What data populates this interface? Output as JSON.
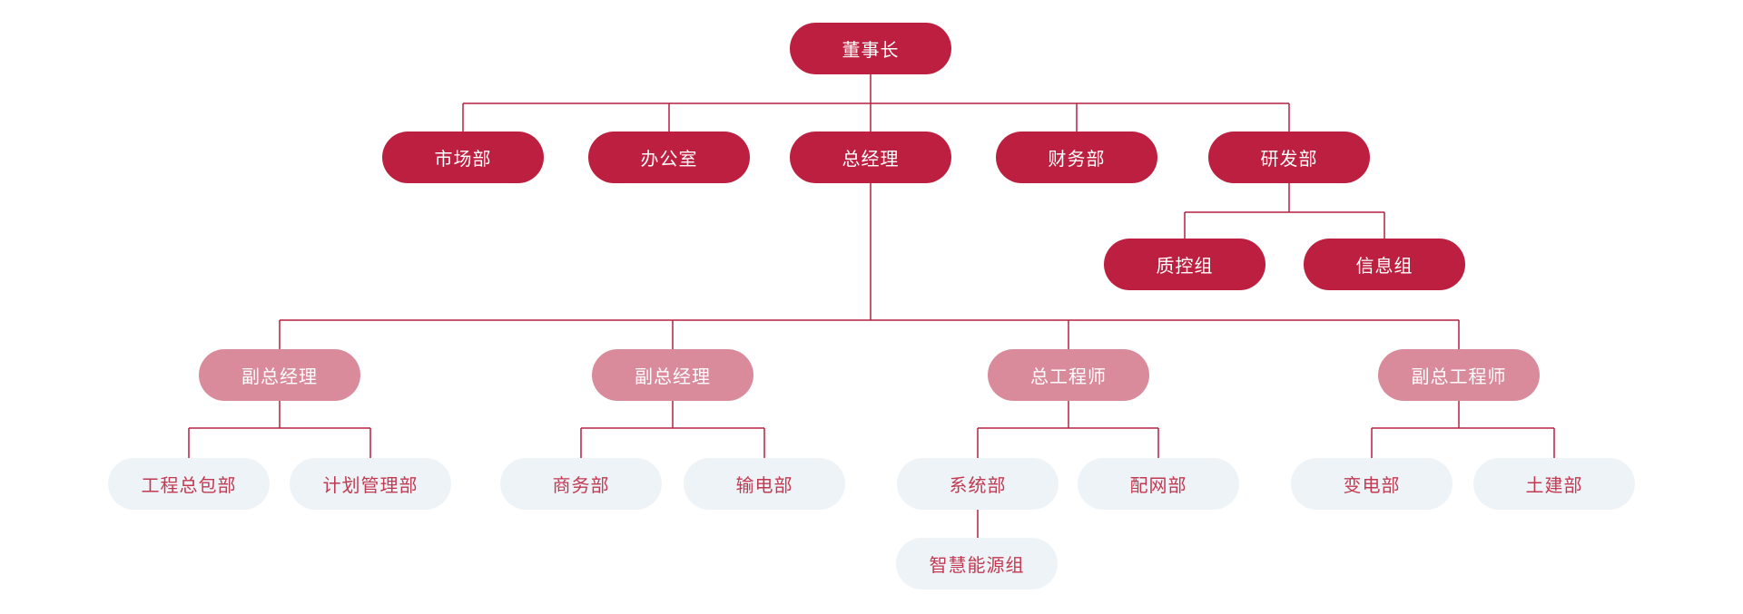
{
  "colors": {
    "primary": "#bc1f3f",
    "secondary": "#d98b9c",
    "light": "#eef3f7",
    "light_text": "#c23a52",
    "line": "#b52040",
    "background": "#ffffff"
  },
  "tree": {
    "label": "董事长",
    "children": [
      {
        "label": "市场部"
      },
      {
        "label": "办公室"
      },
      {
        "label": "总经理",
        "children": [
          {
            "label": "副总经理",
            "children": [
              {
                "label": "工程总包部"
              },
              {
                "label": "计划管理部"
              }
            ]
          },
          {
            "label": "副总经理",
            "children": [
              {
                "label": "商务部"
              },
              {
                "label": "输电部"
              }
            ]
          },
          {
            "label": "总工程师",
            "children": [
              {
                "label": "系统部",
                "children": [
                  {
                    "label": "智慧能源组"
                  }
                ]
              },
              {
                "label": "配网部"
              }
            ]
          },
          {
            "label": "副总工程师",
            "children": [
              {
                "label": "变电部"
              },
              {
                "label": "土建部"
              }
            ]
          }
        ]
      },
      {
        "label": "财务部"
      },
      {
        "label": "研发部",
        "children": [
          {
            "label": "质控组"
          },
          {
            "label": "信息组"
          }
        ]
      }
    ]
  }
}
